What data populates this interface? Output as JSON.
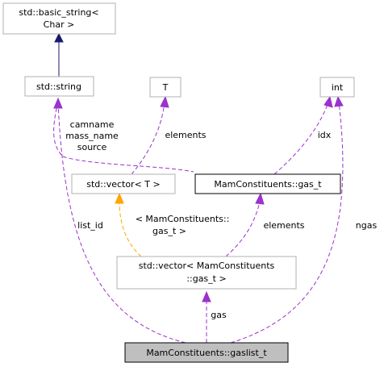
{
  "nodes": {
    "basic_string": {
      "line1": "std::basic_string<",
      "line2": "Char >"
    },
    "string": {
      "label": "std::string"
    },
    "T": {
      "label": "T"
    },
    "int": {
      "label": "int"
    },
    "vector_T": {
      "label": "std::vector< T >"
    },
    "gas_t": {
      "label": "MamConstituents::gas_t"
    },
    "vector_gas": {
      "line1": "std::vector< MamConstituents",
      "line2": "::gas_t >"
    },
    "gaslist": {
      "label": "MamConstituents::gaslist_t"
    }
  },
  "edges": {
    "string_to_gas": {
      "line1": "camname",
      "line2": "mass_name",
      "line3": "source"
    },
    "T_to_vector": {
      "label": "elements"
    },
    "int_to_gas": {
      "label": "idx"
    },
    "vector_gas_template": {
      "line1": "< MamConstituents::",
      "line2": "gas_t >"
    },
    "gas_to_vector": {
      "label": "elements"
    },
    "string_to_gaslist": {
      "label": "list_id"
    },
    "vector_to_gaslist": {
      "label": "gas"
    },
    "int_to_gaslist": {
      "label": "ngas"
    }
  },
  "colors": {
    "member_edge": "#9a32cd",
    "template_edge": "#ffa500",
    "inherit_edge": "#191970",
    "main_node_fill": "#bfbfbf"
  }
}
